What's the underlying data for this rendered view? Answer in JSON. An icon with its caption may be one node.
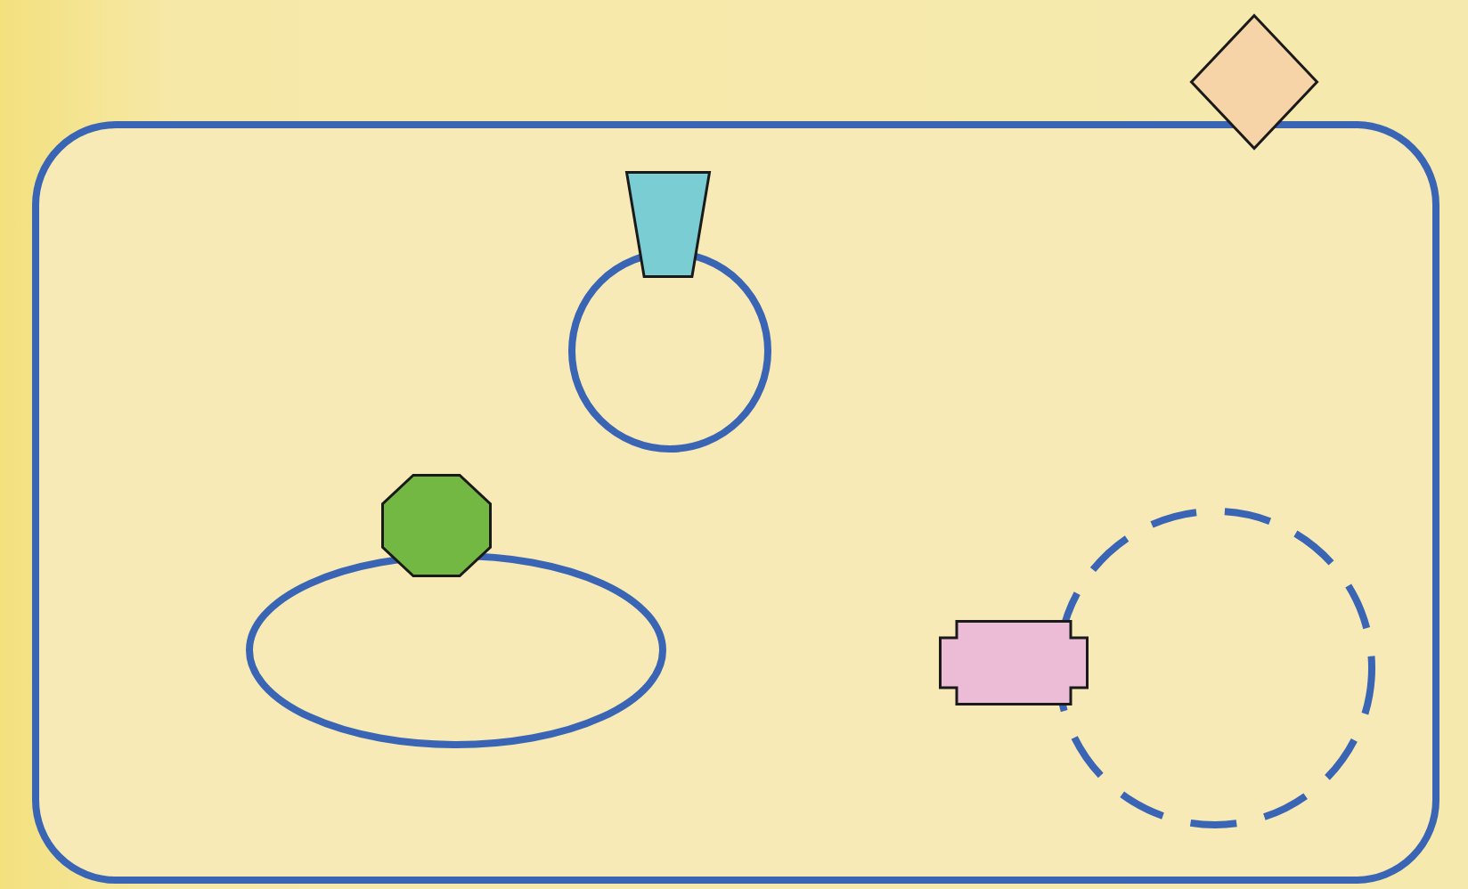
{
  "diagram": {
    "nodes": [
      {
        "text": [],
        "shape": "diamond"
      },
      {
        "text": [],
        "shape": "box"
      },
      {
        "text": [],
        "shape": "trapezoid",
        "in": 1
      },
      {
        "text": [],
        "shape": "circle",
        "in": 1
      },
      {
        "text": [],
        "shape": "octagon",
        "in": 1
      },
      {
        "text": [],
        "shape": "ellipse",
        "in": 1
      },
      {
        "text": [],
        "shape": "box",
        "in": 1
      },
      {
        "text": [],
        "shape": "circle",
        "in": 1
      }
    ]
  }
}
